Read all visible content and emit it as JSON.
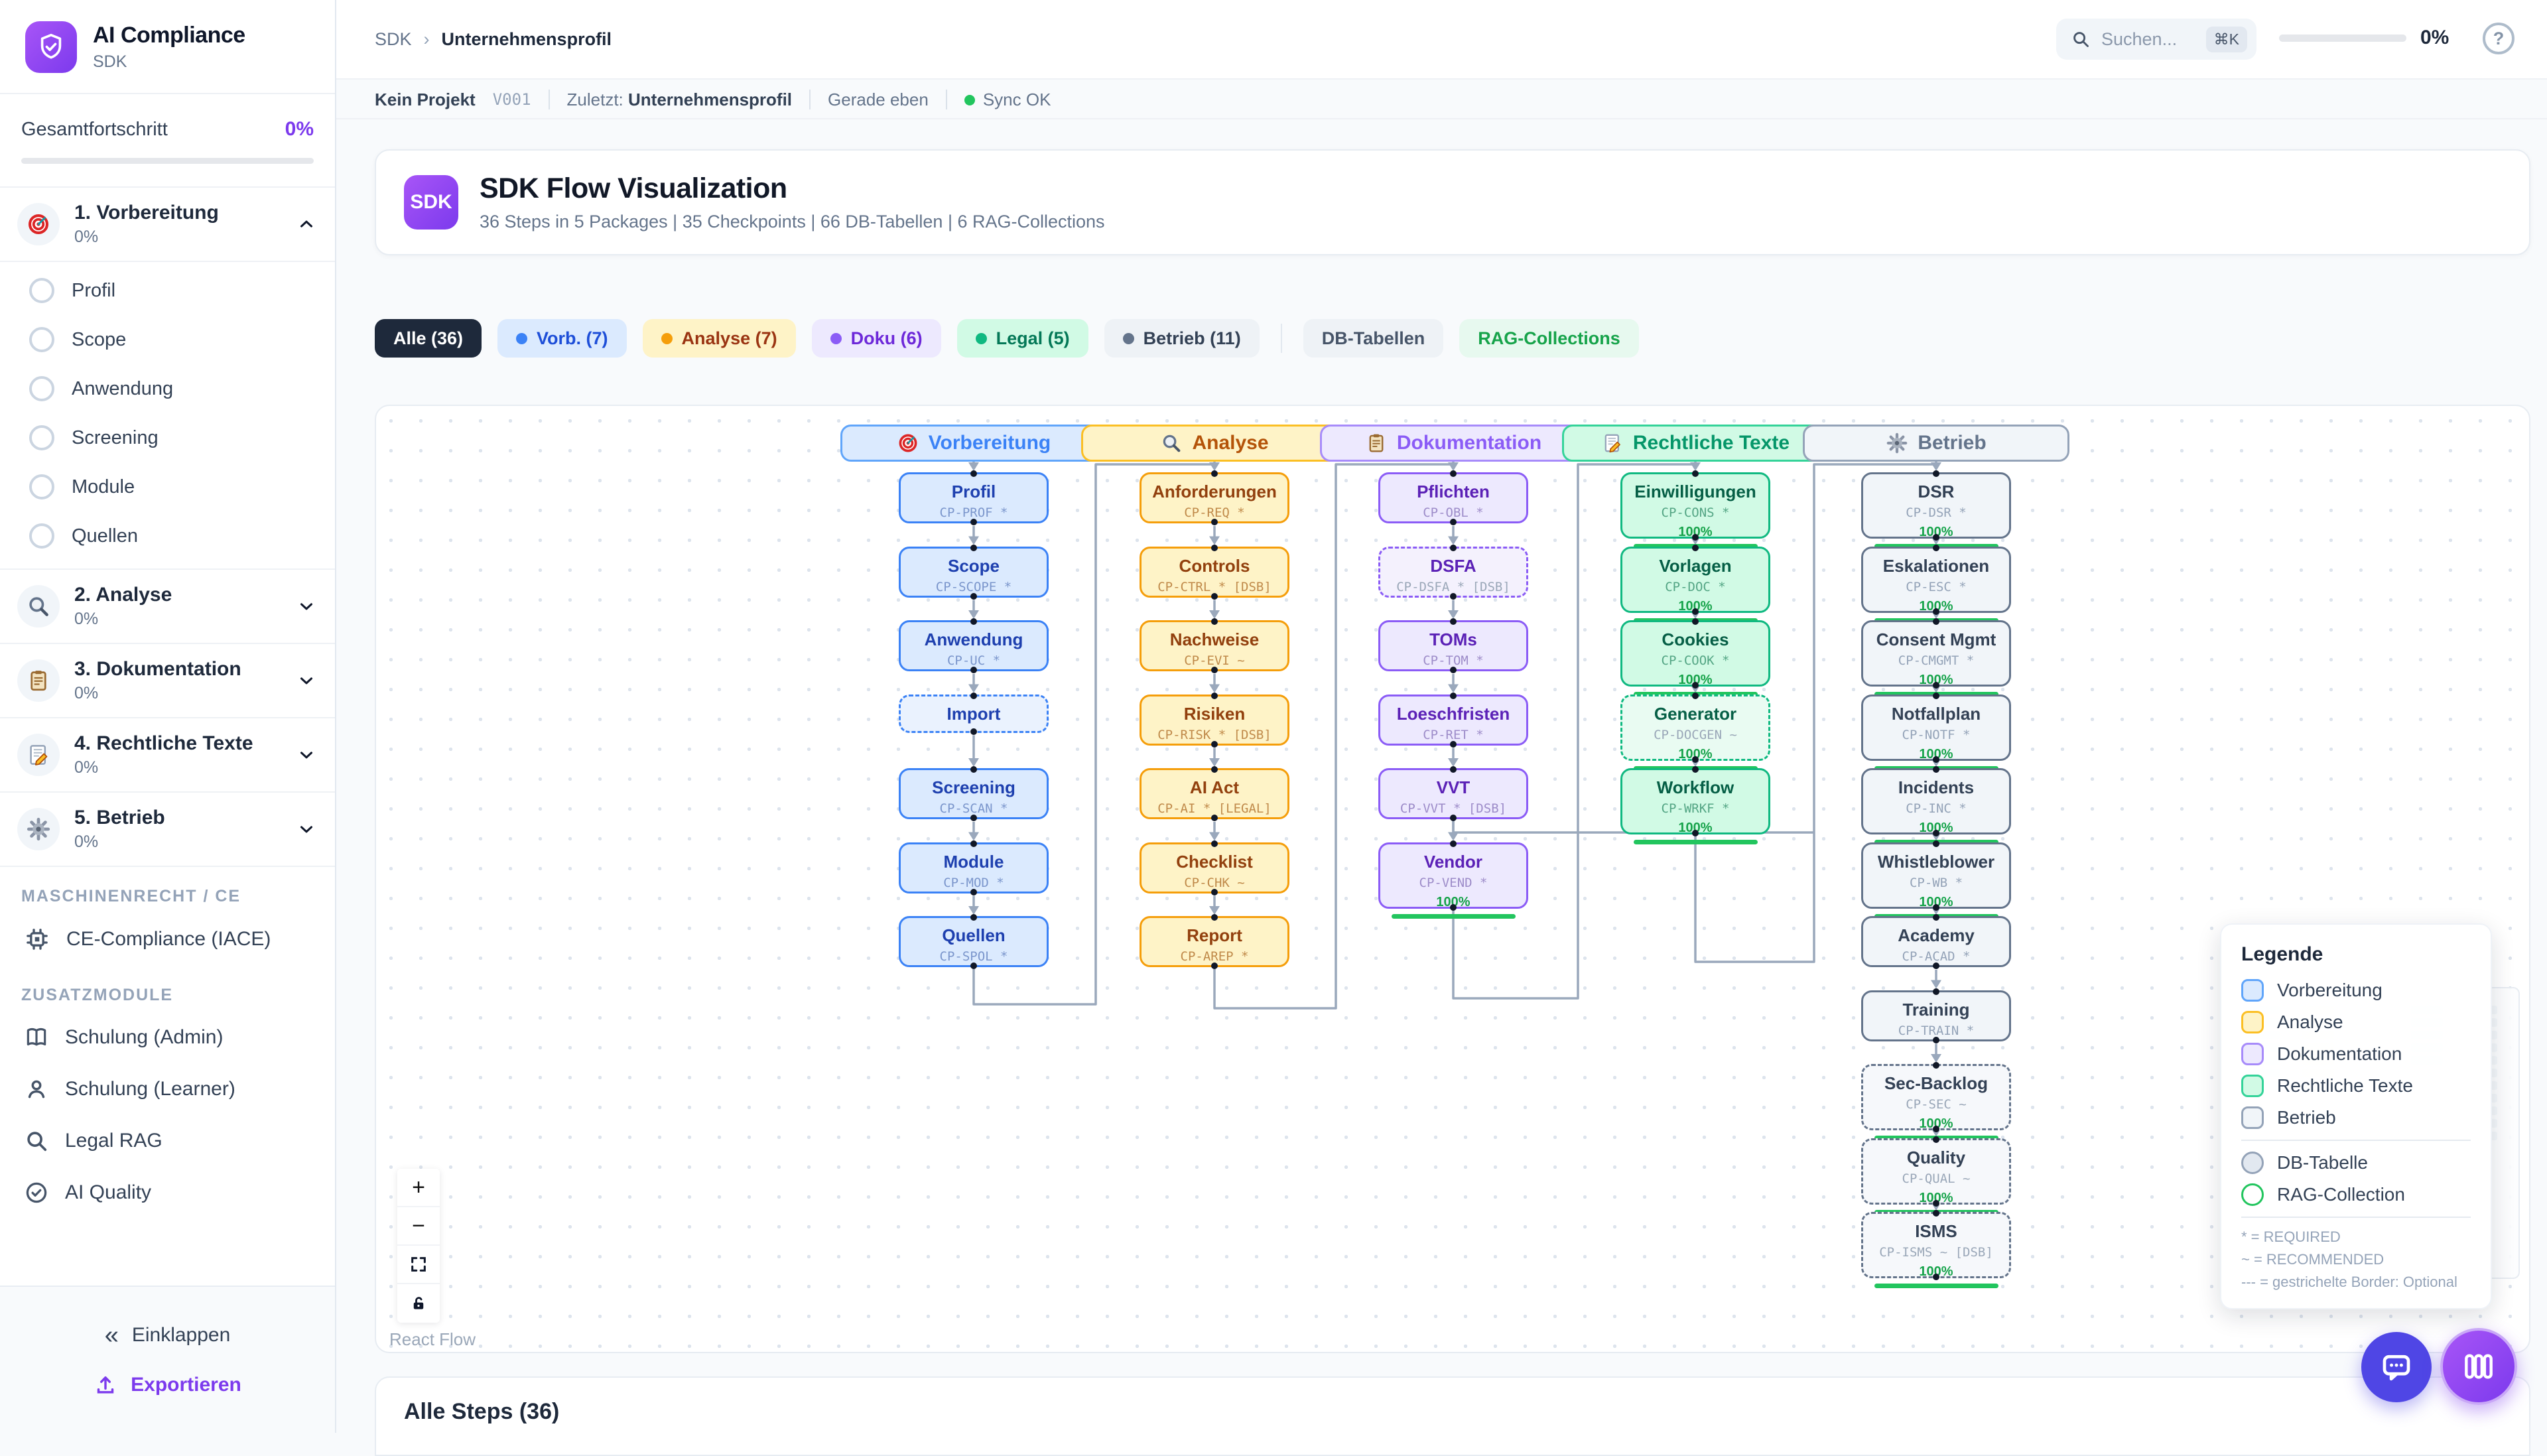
{
  "app": {
    "title": "AI Compliance",
    "subtitle": "SDK"
  },
  "sidebar": {
    "overall": {
      "label": "Gesamtfortschritt",
      "value": "0%"
    },
    "packages": [
      {
        "icon": "target",
        "label": "1. Vorbereitung",
        "pct": "0%",
        "expanded": true,
        "items": [
          "Profil",
          "Scope",
          "Anwendung",
          "Screening",
          "Module",
          "Quellen"
        ]
      },
      {
        "icon": "magnifier",
        "label": "2. Analyse",
        "pct": "0%"
      },
      {
        "icon": "clipboard",
        "label": "3. Dokumentation",
        "pct": "0%"
      },
      {
        "icon": "memo",
        "label": "4. Rechtliche Texte",
        "pct": "0%"
      },
      {
        "icon": "gear",
        "label": "5. Betrieb",
        "pct": "0%"
      }
    ],
    "machine_section": {
      "label": "MASCHINENRECHT / CE",
      "item": "CE-Compliance (IACE)",
      "item_icon": "cpu"
    },
    "addons_section": {
      "label": "ZUSATZMODULE",
      "items": [
        {
          "icon": "book",
          "label": "Schulung (Admin)"
        },
        {
          "icon": "person",
          "label": "Schulung (Learner)"
        },
        {
          "icon": "search",
          "label": "Legal RAG"
        },
        {
          "icon": "check-circle",
          "label": "AI Quality"
        }
      ]
    },
    "footer": {
      "collapse": "Einklappen",
      "export": "Exportieren"
    }
  },
  "topbar": {
    "breadcrumb": {
      "root": "SDK",
      "sep": "›",
      "current": "Unternehmensprofil"
    },
    "search": {
      "placeholder": "Suchen...",
      "shortcut": "⌘K"
    },
    "progress": "0%",
    "help": "?"
  },
  "statusbar": {
    "project": "Kein Projekt",
    "version": "V001",
    "last_label": "Zuletzt:",
    "last_value": "Unternehmensprofil",
    "time": "Gerade eben",
    "sync": "Sync OK"
  },
  "hero": {
    "badge": "SDK",
    "title": "SDK Flow Visualization",
    "subtitle": "36 Steps in 5 Packages | 35 Checkpoints | 66 DB-Tabellen | 6 RAG-Collections"
  },
  "filters": {
    "chips": [
      {
        "key": "all",
        "label": "Alle (36)"
      },
      {
        "key": "vorb",
        "label": "Vorb. (7)"
      },
      {
        "key": "analyse",
        "label": "Analyse (7)"
      },
      {
        "key": "doku",
        "label": "Doku (6)"
      },
      {
        "key": "legal",
        "label": "Legal (5)"
      },
      {
        "key": "betrieb",
        "label": "Betrieb (11)"
      }
    ],
    "extra": [
      {
        "key": "db",
        "label": "DB-Tabellen"
      },
      {
        "key": "rag",
        "label": "RAG-Collections"
      }
    ]
  },
  "flow": {
    "columns": [
      {
        "key": "vorb",
        "icon": "target",
        "title": "Vorbereitung",
        "nodes": [
          {
            "title": "Profil",
            "code": "CP-PROF *"
          },
          {
            "title": "Scope",
            "code": "CP-SCOPE *"
          },
          {
            "title": "Anwendung",
            "code": "CP-UC *"
          },
          {
            "title": "Import",
            "code": "",
            "dashed": true,
            "compact": true
          },
          {
            "title": "Screening",
            "code": "CP-SCAN *"
          },
          {
            "title": "Module",
            "code": "CP-MOD *"
          },
          {
            "title": "Quellen",
            "code": "CP-SPOL *"
          }
        ]
      },
      {
        "key": "analyse",
        "icon": "magnifier",
        "title": "Analyse",
        "nodes": [
          {
            "title": "Anforderungen",
            "code": "CP-REQ *"
          },
          {
            "title": "Controls",
            "code": "CP-CTRL * [DSB]"
          },
          {
            "title": "Nachweise",
            "code": "CP-EVI ~"
          },
          {
            "title": "Risiken",
            "code": "CP-RISK * [DSB]"
          },
          {
            "title": "AI Act",
            "code": "CP-AI * [LEGAL]"
          },
          {
            "title": "Checklist",
            "code": "CP-CHK ~"
          },
          {
            "title": "Report",
            "code": "CP-AREP *"
          }
        ]
      },
      {
        "key": "doku",
        "icon": "clipboard",
        "title": "Dokumentation",
        "nodes": [
          {
            "title": "Pflichten",
            "code": "CP-OBL *"
          },
          {
            "title": "DSFA",
            "code": "CP-DSFA * [DSB]",
            "dashed": true
          },
          {
            "title": "TOMs",
            "code": "CP-TOM *"
          },
          {
            "title": "Loeschfristen",
            "code": "CP-RET *"
          },
          {
            "title": "VVT",
            "code": "CP-VVT * [DSB]"
          },
          {
            "title": "Vendor",
            "code": "CP-VEND *",
            "progress": "100%"
          }
        ]
      },
      {
        "key": "legal",
        "icon": "memo",
        "title": "Rechtliche Texte",
        "nodes": [
          {
            "title": "Einwilligungen",
            "code": "CP-CONS *",
            "progress": "100%"
          },
          {
            "title": "Vorlagen",
            "code": "CP-DOC *",
            "progress": "100%"
          },
          {
            "title": "Cookies",
            "code": "CP-COOK *",
            "progress": "100%"
          },
          {
            "title": "Generator",
            "code": "CP-DOCGEN ~",
            "dashed": true,
            "progress": "100%"
          },
          {
            "title": "Workflow",
            "code": "CP-WRKF *",
            "progress": "100%"
          }
        ]
      },
      {
        "key": "betrieb",
        "icon": "gear",
        "title": "Betrieb",
        "nodes": [
          {
            "title": "DSR",
            "code": "CP-DSR *",
            "progress": "100%"
          },
          {
            "title": "Eskalationen",
            "code": "CP-ESC *",
            "progress": "100%"
          },
          {
            "title": "Consent Mgmt",
            "code": "CP-CMGMT *",
            "progress": "100%"
          },
          {
            "title": "Notfallplan",
            "code": "CP-NOTF *",
            "progress": "100%"
          },
          {
            "title": "Incidents",
            "code": "CP-INC *",
            "progress": "100%"
          },
          {
            "title": "Whistleblower",
            "code": "CP-WB *",
            "progress": "100%"
          },
          {
            "title": "Academy",
            "code": "CP-ACAD *"
          },
          {
            "title": "Training",
            "code": "CP-TRAIN *"
          },
          {
            "title": "Sec-Backlog",
            "code": "CP-SEC ~",
            "dashed": true,
            "progress": "100%"
          },
          {
            "title": "Quality",
            "code": "CP-QUAL ~",
            "dashed": true,
            "progress": "100%"
          },
          {
            "title": "ISMS",
            "code": "CP-ISMS ~ [DSB]",
            "dashed": true,
            "progress": "100%"
          }
        ]
      }
    ]
  },
  "legend": {
    "title": "Legende",
    "items": [
      {
        "key": "vorb",
        "label": "Vorbereitung"
      },
      {
        "key": "analyse",
        "label": "Analyse"
      },
      {
        "key": "doku",
        "label": "Dokumentation"
      },
      {
        "key": "legal",
        "label": "Rechtliche Texte"
      },
      {
        "key": "betrieb",
        "label": "Betrieb"
      }
    ],
    "db": "DB-Tabelle",
    "rag": "RAG-Collection",
    "notes": [
      "* = REQUIRED",
      "~ = RECOMMENDED",
      "--- = gestrichelte Border: Optional"
    ]
  },
  "controls": {
    "attribution": "React Flow"
  },
  "steps": {
    "title": "Alle Steps (36)"
  },
  "colors": {
    "accent": "#7c3aed",
    "success": "#22c55e",
    "edge": "#9aa8bc",
    "dark_chip": "#1e293b",
    "palette": {
      "vorb": {
        "hb": "#60a5fa",
        "hbg": "#dbeafe",
        "htx": "#3b82f6",
        "nb": "#3b82f6",
        "nbg": "#dbeafe",
        "nt": "#1e40af",
        "nc": "#7b96cc",
        "dbg": "#eaf2fe",
        "chipbg": "#dbeafe",
        "chiptx": "#1d4ed8",
        "dot": "#3b82f6"
      },
      "analyse": {
        "hb": "#fbbf24",
        "hbg": "#fef3c7",
        "htx": "#b45309",
        "nb": "#f59e0b",
        "nbg": "#fef3c7",
        "nt": "#92400e",
        "nc": "#c08a4a",
        "dbg": "#fefaec",
        "chipbg": "#fef3c7",
        "chiptx": "#9a3412",
        "dot": "#f59e0b"
      },
      "doku": {
        "hb": "#a78bfa",
        "hbg": "#ede9fe",
        "htx": "#8b5cf6",
        "nb": "#8b5cf6",
        "nbg": "#ede9fe",
        "nt": "#5b21b6",
        "nc": "#9d8cc9",
        "dbg": "#f4f1fd",
        "chipbg": "#ede9fe",
        "chiptx": "#6d28d9",
        "dot": "#8b5cf6"
      },
      "legal": {
        "hb": "#34d399",
        "hbg": "#d1fae5",
        "htx": "#059669",
        "nb": "#10b981",
        "nbg": "#d1fae5",
        "nt": "#065f46",
        "nc": "#53a584",
        "dbg": "#e9fbf2",
        "chipbg": "#d1fae5",
        "chiptx": "#047857",
        "dot": "#10b981"
      },
      "betrieb": {
        "hb": "#94a3b8",
        "hbg": "#f1f5f9",
        "htx": "#64748b",
        "nb": "#64748b",
        "nbg": "#f1f5f9",
        "nt": "#334155",
        "nc": "#94a3b8",
        "dbg": "#f6f8fb",
        "chipbg": "#eef2f6",
        "chiptx": "#334155",
        "dot": "#64748b"
      },
      "all": {
        "chipbg": "#1e293b",
        "chiptx": "#ffffff"
      },
      "db": {
        "chipbg": "#eef2f6",
        "chiptx": "#475569"
      },
      "rag": {
        "chipbg": "#e7f9ef",
        "chiptx": "#16a34a"
      }
    }
  }
}
